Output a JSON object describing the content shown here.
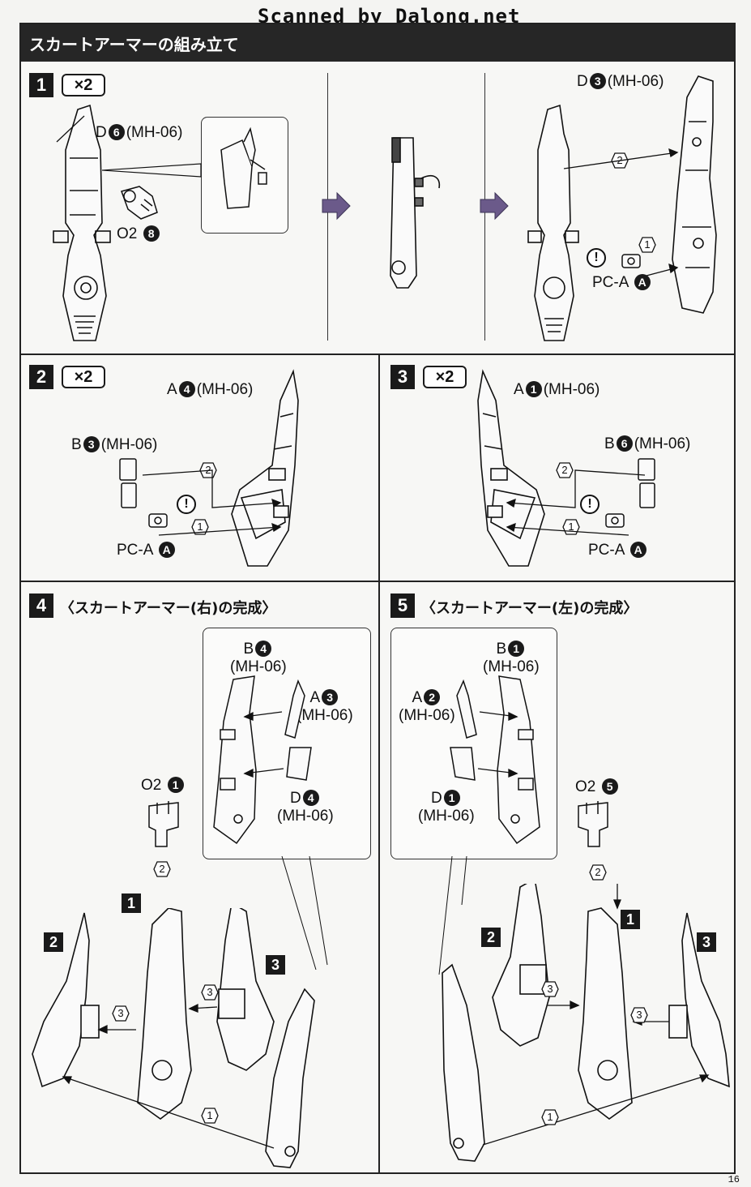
{
  "watermark": "Scanned by Dalong.net",
  "section_title": "スカートアーマーの組み立て",
  "page_number": "16",
  "steps": [
    {
      "number": "1",
      "multiplier": "×2",
      "labels": {
        "d6": {
          "letter": "D",
          "num": "6",
          "code": "(MH-06)"
        },
        "o28": {
          "letter": "O2",
          "num": "8"
        },
        "d3": {
          "letter": "D",
          "num": "3",
          "code": "(MH-06)"
        },
        "pca": {
          "letter": "PC-A",
          "num": "A"
        }
      },
      "order": [
        "1",
        "2"
      ]
    },
    {
      "number": "2",
      "multiplier": "×2",
      "labels": {
        "a4": {
          "letter": "A",
          "num": "4",
          "code": "(MH-06)"
        },
        "b3": {
          "letter": "B",
          "num": "3",
          "code": "(MH-06)"
        },
        "pca": {
          "letter": "PC-A",
          "num": "A"
        }
      },
      "order": [
        "1",
        "2"
      ]
    },
    {
      "number": "3",
      "multiplier": "×2",
      "labels": {
        "a1": {
          "letter": "A",
          "num": "1",
          "code": "(MH-06)"
        },
        "b6": {
          "letter": "B",
          "num": "6",
          "code": "(MH-06)"
        },
        "pca": {
          "letter": "PC-A",
          "num": "A"
        }
      },
      "order": [
        "1",
        "2"
      ]
    },
    {
      "number": "4",
      "title": "〈スカートアーマー(右)の完成〉",
      "labels": {
        "b4": {
          "letter": "B",
          "num": "4",
          "code": "(MH-06)"
        },
        "a3": {
          "letter": "A",
          "num": "3",
          "code": "(MH-06)"
        },
        "d4": {
          "letter": "D",
          "num": "4",
          "code": "(MH-06)"
        },
        "o21": {
          "letter": "O2",
          "num": "1"
        }
      },
      "sub_assemblies": [
        "1",
        "2",
        "3"
      ],
      "order": [
        "1",
        "2",
        "3"
      ]
    },
    {
      "number": "5",
      "title": "〈スカートアーマー(左)の完成〉",
      "labels": {
        "b1": {
          "letter": "B",
          "num": "1",
          "code": "(MH-06)"
        },
        "a2": {
          "letter": "A",
          "num": "2",
          "code": "(MH-06)"
        },
        "d1": {
          "letter": "D",
          "num": "1",
          "code": "(MH-06)"
        },
        "o25": {
          "letter": "O2",
          "num": "5"
        }
      },
      "sub_assemblies": [
        "1",
        "2",
        "3"
      ],
      "order": [
        "1",
        "2",
        "3"
      ]
    }
  ],
  "warning_symbol": "!",
  "colors": {
    "ink": "#111111",
    "paper": "#f7f7f5",
    "title_bar": "#262626",
    "arrow": "#6b5a8a"
  }
}
